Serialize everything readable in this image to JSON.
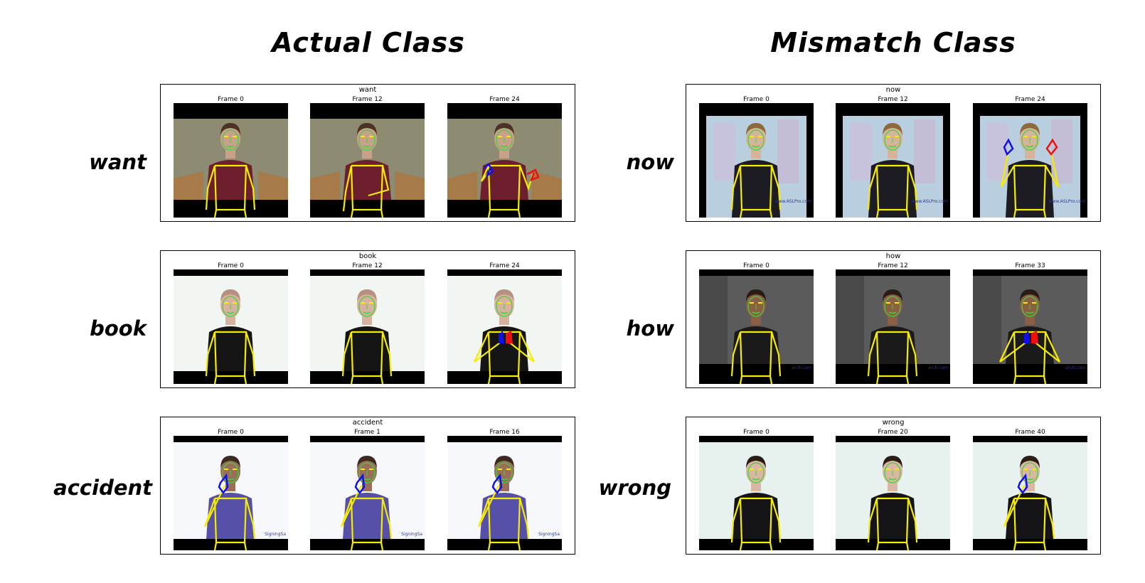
{
  "column_titles": {
    "actual": "Actual Class",
    "mismatch": "Mismatch Class"
  },
  "rows": [
    {
      "label": "want",
      "frames": [
        {
          "label": "Frame 0",
          "scene": "olive",
          "pose": "rest"
        },
        {
          "label": "Frame 12",
          "scene": "olive",
          "pose": "one-arm"
        },
        {
          "label": "Frame 24",
          "scene": "olive",
          "pose": "both-hands-out"
        }
      ]
    },
    {
      "label": "book",
      "frames": [
        {
          "label": "Frame 0",
          "scene": "white",
          "pose": "rest"
        },
        {
          "label": "Frame 12",
          "scene": "white",
          "pose": "rest"
        },
        {
          "label": "Frame 24",
          "scene": "white",
          "pose": "hands-together"
        }
      ]
    },
    {
      "label": "accident",
      "frames": [
        {
          "label": "Frame 0",
          "scene": "purple",
          "pose": "hand-face"
        },
        {
          "label": "Frame 1",
          "scene": "purple",
          "pose": "hand-face"
        },
        {
          "label": "Frame 16",
          "scene": "purple",
          "pose": "hand-face"
        }
      ],
      "watermark": "SigningSa"
    }
  ],
  "mismatch_rows": [
    {
      "label": "now",
      "frames": [
        {
          "label": "Frame 0",
          "scene": "pastel",
          "pose": "rest"
        },
        {
          "label": "Frame 12",
          "scene": "pastel",
          "pose": "rest"
        },
        {
          "label": "Frame 24",
          "scene": "pastel",
          "pose": "hands-up"
        }
      ],
      "watermark": "www.ASLPro.com"
    },
    {
      "label": "how",
      "frames": [
        {
          "label": "Frame 0",
          "scene": "gray",
          "pose": "rest"
        },
        {
          "label": "Frame 12",
          "scene": "gray",
          "pose": "rest"
        },
        {
          "label": "Frame 33",
          "scene": "gray",
          "pose": "hands-together"
        }
      ],
      "watermark": "arch.com"
    },
    {
      "label": "wrong",
      "frames": [
        {
          "label": "Frame 0",
          "scene": "mint",
          "pose": "rest"
        },
        {
          "label": "Frame 20",
          "scene": "mint",
          "pose": "rest"
        },
        {
          "label": "Frame 40",
          "scene": "mint",
          "pose": "hand-face"
        }
      ]
    }
  ],
  "colors": {
    "skeleton": "#f5ec00",
    "face_mesh": "#3cd43c",
    "left_hand": "#1010ee",
    "right_hand": "#ee1010"
  }
}
